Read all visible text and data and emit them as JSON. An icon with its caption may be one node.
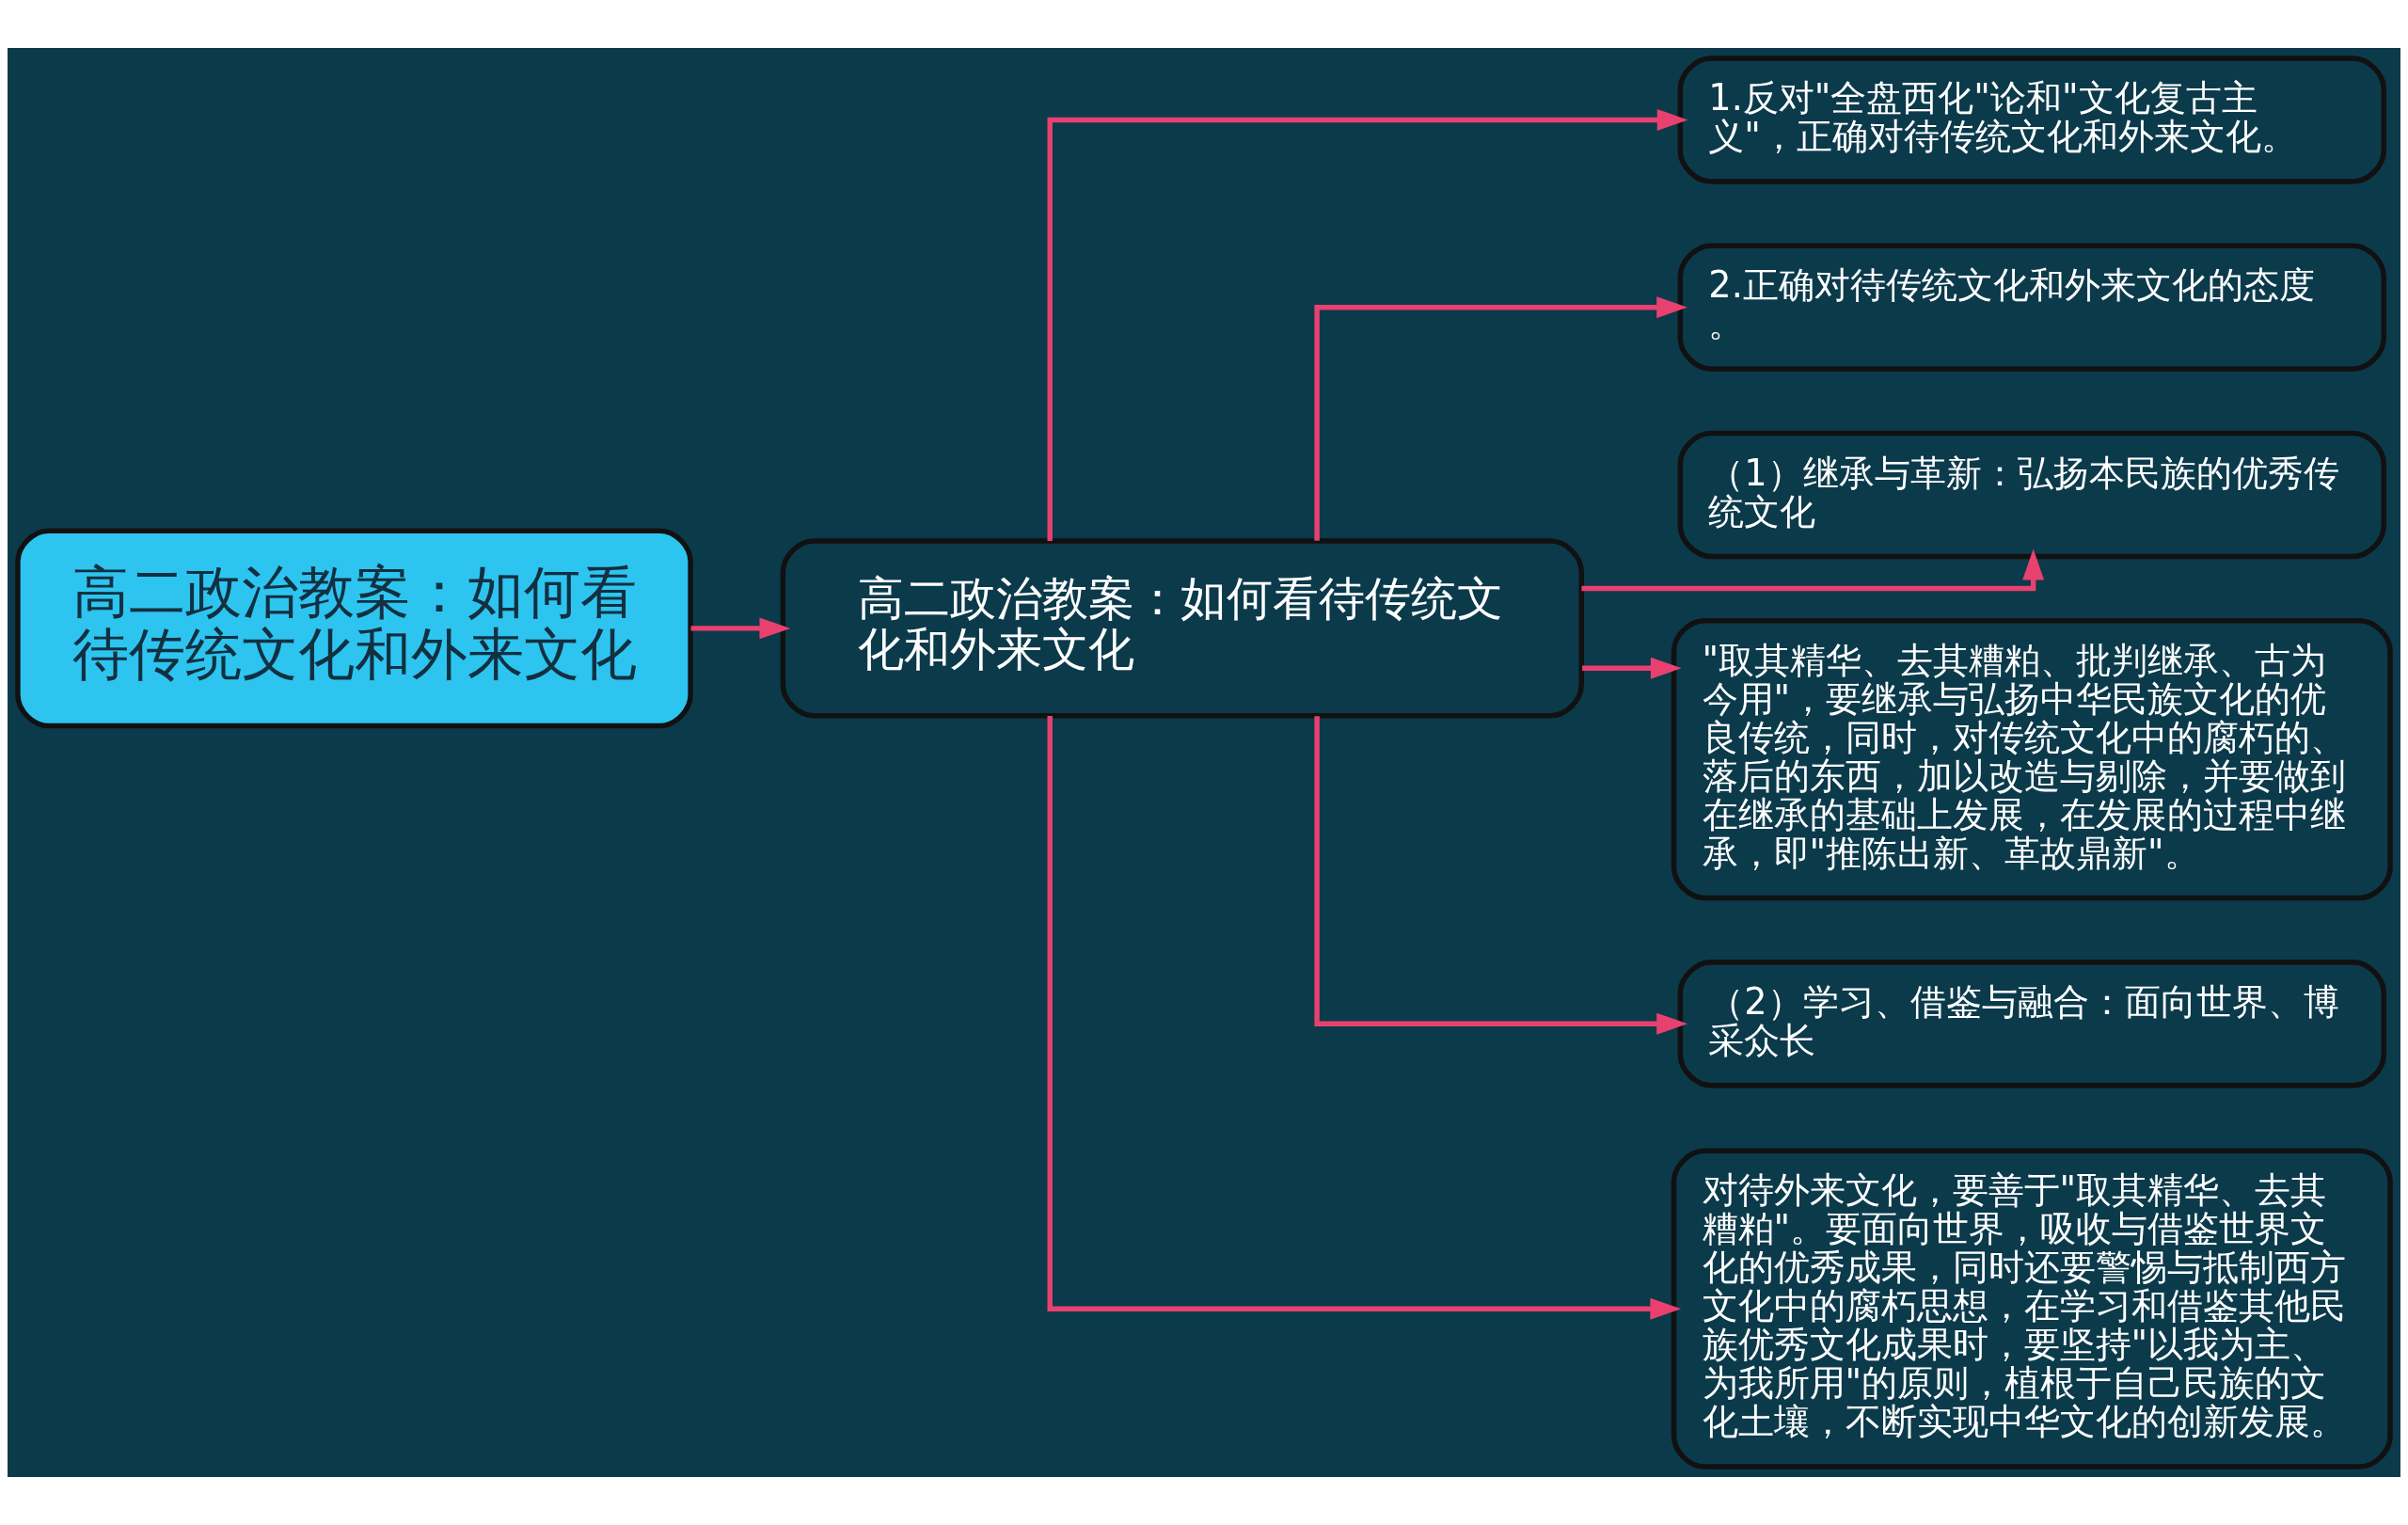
{
  "diagram": {
    "nodes": [
      {
        "text": [
          "高二政治教案：如何看待传统文化和外来文化"
        ]
      },
      {
        "text": [
          "高二政治教案：如何看待传统文化和外来文化"
        ]
      },
      {
        "text": [
          "1.反对\"全盘西化\"论和\"文化复古主义\"，正确对待传统文化和外来文化。"
        ]
      },
      {
        "text": [
          "2.正确对待传统文化和外来文化的态度。"
        ]
      },
      {
        "text": [
          "（1）继承与革新：弘扬本民族的优秀传统文化"
        ]
      },
      {
        "text": [
          "\"取其精华、去其糟粕、批判继承、古为今用\"，要继承与弘扬中华民族文化的优良传统，同时，对传统文化中的腐朽的、落后的东西，加以改造与剔除，并要做到在继承的基础上发展，在发展的过程中继承，即\"推陈出新、革故鼎新\"。"
        ]
      },
      {
        "text": [
          "（2）学习、借鉴与融合：面向世界、博采众长"
        ]
      },
      {
        "text": [
          "对待外来文化，要善于\"取其精华、去其糟粕\"。要面向世界，吸收与借鉴世界文化的优秀成果，同时还要警惕与抵制西方文化中的腐朽思想，在学习和借鉴其他民族优秀文化成果时，要坚持\"以我为主、为我所用\"的原则，植根于自己民族的文化土壤，不断实现中华文化的创新发展。"
        ]
      }
    ],
    "edges": [
      {
        "from": 0,
        "to": 1,
        "arrow": "to"
      },
      {
        "from": 1,
        "to": 2,
        "arrow": "to"
      },
      {
        "from": 1,
        "to": 3,
        "arrow": "to"
      },
      {
        "from": 1,
        "to": 4,
        "arrow": "to"
      },
      {
        "from": 1,
        "to": 5,
        "arrow": "to"
      },
      {
        "from": 1,
        "to": 6,
        "arrow": "to"
      },
      {
        "from": 1,
        "to": 7,
        "arrow": "to"
      }
    ]
  }
}
